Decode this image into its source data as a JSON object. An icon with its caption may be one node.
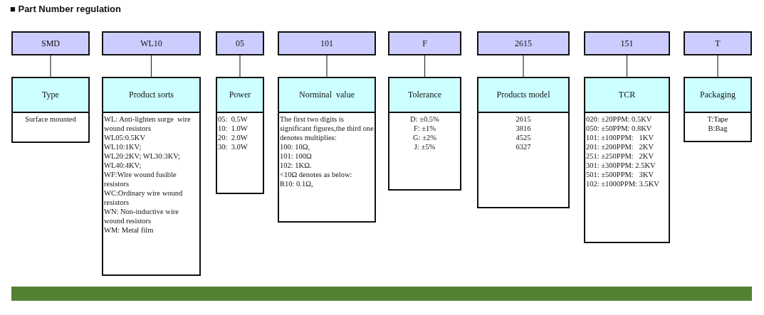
{
  "diagram": {
    "title": "■ Part Number regulation",
    "nodes": [
      {
        "text": [
          "SMD"
        ]
      },
      {
        "text": [
          "WL10"
        ]
      },
      {
        "text": [
          "05"
        ]
      },
      {
        "text": [
          "101"
        ]
      },
      {
        "text": [
          "F"
        ]
      },
      {
        "text": [
          "2615"
        ]
      },
      {
        "text": [
          "151"
        ]
      },
      {
        "text": [
          "T"
        ]
      },
      {
        "text": [
          "Type",
          "Surface mounted"
        ]
      },
      {
        "text": [
          "Product sorts",
          "WL: Anti-lighten surge  wire wound resistors",
          "WL05:0.5KV",
          "WL10:1KV;",
          "WL20:2KV; WL30:3KV;",
          "WL40:4KV;",
          "WF:Wire wound fusible resistors",
          "WC:Ordinary wire wound resistors",
          "WN: Non-inductive wire wound resistors",
          "WM: Metal film"
        ]
      },
      {
        "text": [
          "Power",
          "05:  0.5W",
          "10:  1.0W",
          "20:  2.0W",
          "30:  3.0W"
        ]
      },
      {
        "text": [
          "Norminal  value",
          "The first two digits is significant figures,the third one denotes multiplies:",
          "100: 10Ω,",
          "101: 100Ω",
          "102: 1KΩ.",
          "<10Ω denotes as below:",
          "R10: 0.1Ω,"
        ]
      },
      {
        "text": [
          "Tolerance",
          "D: ±0.5%",
          "F: ±1%",
          "G: ±2%",
          "J: ±5%"
        ]
      },
      {
        "text": [
          "Products model",
          "2615",
          "3816",
          "4525",
          "6327"
        ]
      },
      {
        "text": [
          "TCR",
          "020: ±20PPM: 0.5KV",
          "050: ±50PPM: 0.8KV",
          "101: ±100PPM:   1KV",
          "201: ±200PPM:   2KV",
          "251: ±250PPM:   2KV",
          "301: ±300PPM: 2.5KV",
          "501: ±500PPM:   3KV",
          "102: ±1000PPM: 3.5KV"
        ]
      },
      {
        "text": [
          "Packaging",
          "T:Tape",
          "B:Bag"
        ]
      }
    ],
    "edges": [
      {
        "from": 0,
        "to": 8,
        "arrow": "none"
      },
      {
        "from": 1,
        "to": 9,
        "arrow": "none"
      },
      {
        "from": 2,
        "to": 10,
        "arrow": "none"
      },
      {
        "from": 3,
        "to": 11,
        "arrow": "none"
      },
      {
        "from": 4,
        "to": 12,
        "arrow": "none"
      },
      {
        "from": 5,
        "to": 13,
        "arrow": "none"
      },
      {
        "from": 6,
        "to": 14,
        "arrow": "none"
      },
      {
        "from": 7,
        "to": 15,
        "arrow": "none"
      }
    ]
  }
}
